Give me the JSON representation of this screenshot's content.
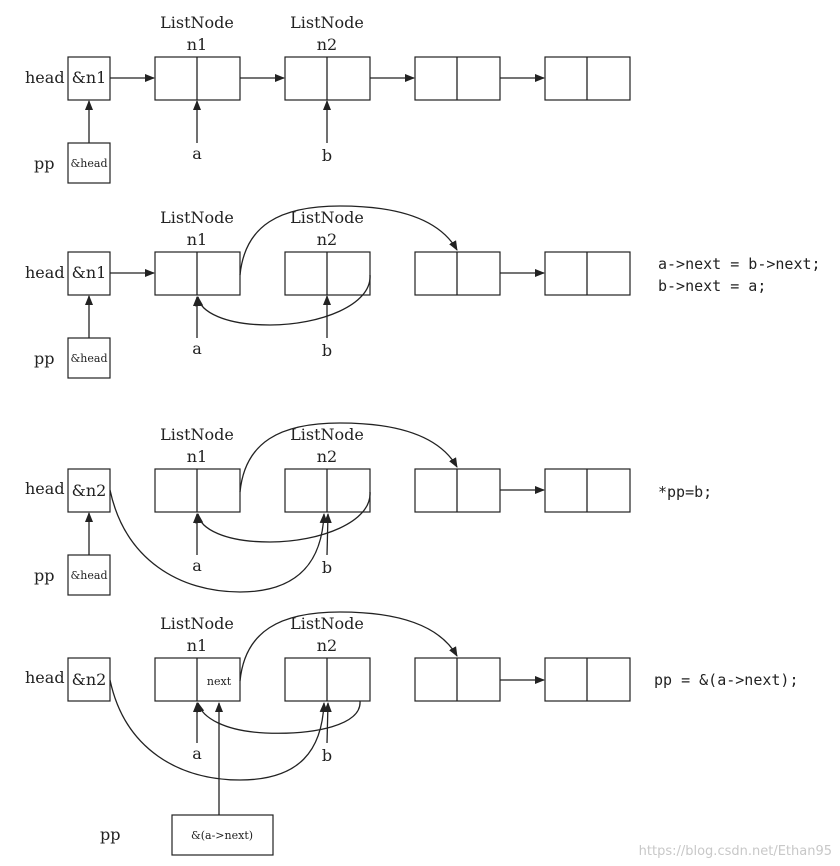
{
  "labels": {
    "list_node": "ListNode",
    "n1": "n1",
    "n2": "n2",
    "head": "head",
    "pp": "pp",
    "a": "a",
    "b": "b",
    "next": "next"
  },
  "stages": [
    {
      "head_value": "&n1",
      "pp_value": "&head",
      "code": []
    },
    {
      "head_value": "&n1",
      "pp_value": "&head",
      "code": [
        "a->next = b->next;",
        "b->next = a;"
      ]
    },
    {
      "head_value": "&n2",
      "pp_value": "&head",
      "code": [
        "*pp=b;"
      ]
    },
    {
      "head_value": "&n2",
      "pp_value": "&(a->next)",
      "code": [
        "pp = &(a->next);"
      ]
    }
  ],
  "watermark": "https://blog.csdn.net/Ethan95"
}
